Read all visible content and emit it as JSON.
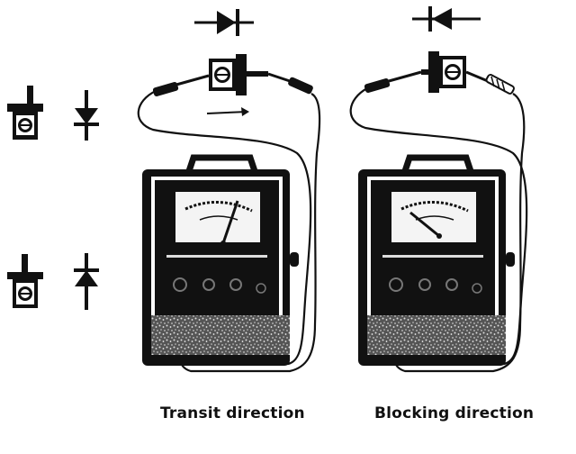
{
  "captions": {
    "left": "Transit direction",
    "right": "Blocking direction"
  },
  "legend": [
    {
      "icon": "diode-pointing-down-icon",
      "description": "diode oriented so current flows downward"
    },
    {
      "icon": "diode-pointing-up-icon",
      "description": "diode oriented so current flows upward"
    }
  ],
  "panels": [
    {
      "id": "transit",
      "diode_symbol": "diode-forward-icon",
      "needle": "large-deflection",
      "current_arrow": true
    },
    {
      "id": "blocking",
      "diode_symbol": "diode-reverse-icon",
      "needle": "no-deflection",
      "current_arrow": false
    }
  ],
  "colors": {
    "ink": "#111111",
    "meter_face": "#f4f4f4",
    "background": "#ffffff"
  }
}
